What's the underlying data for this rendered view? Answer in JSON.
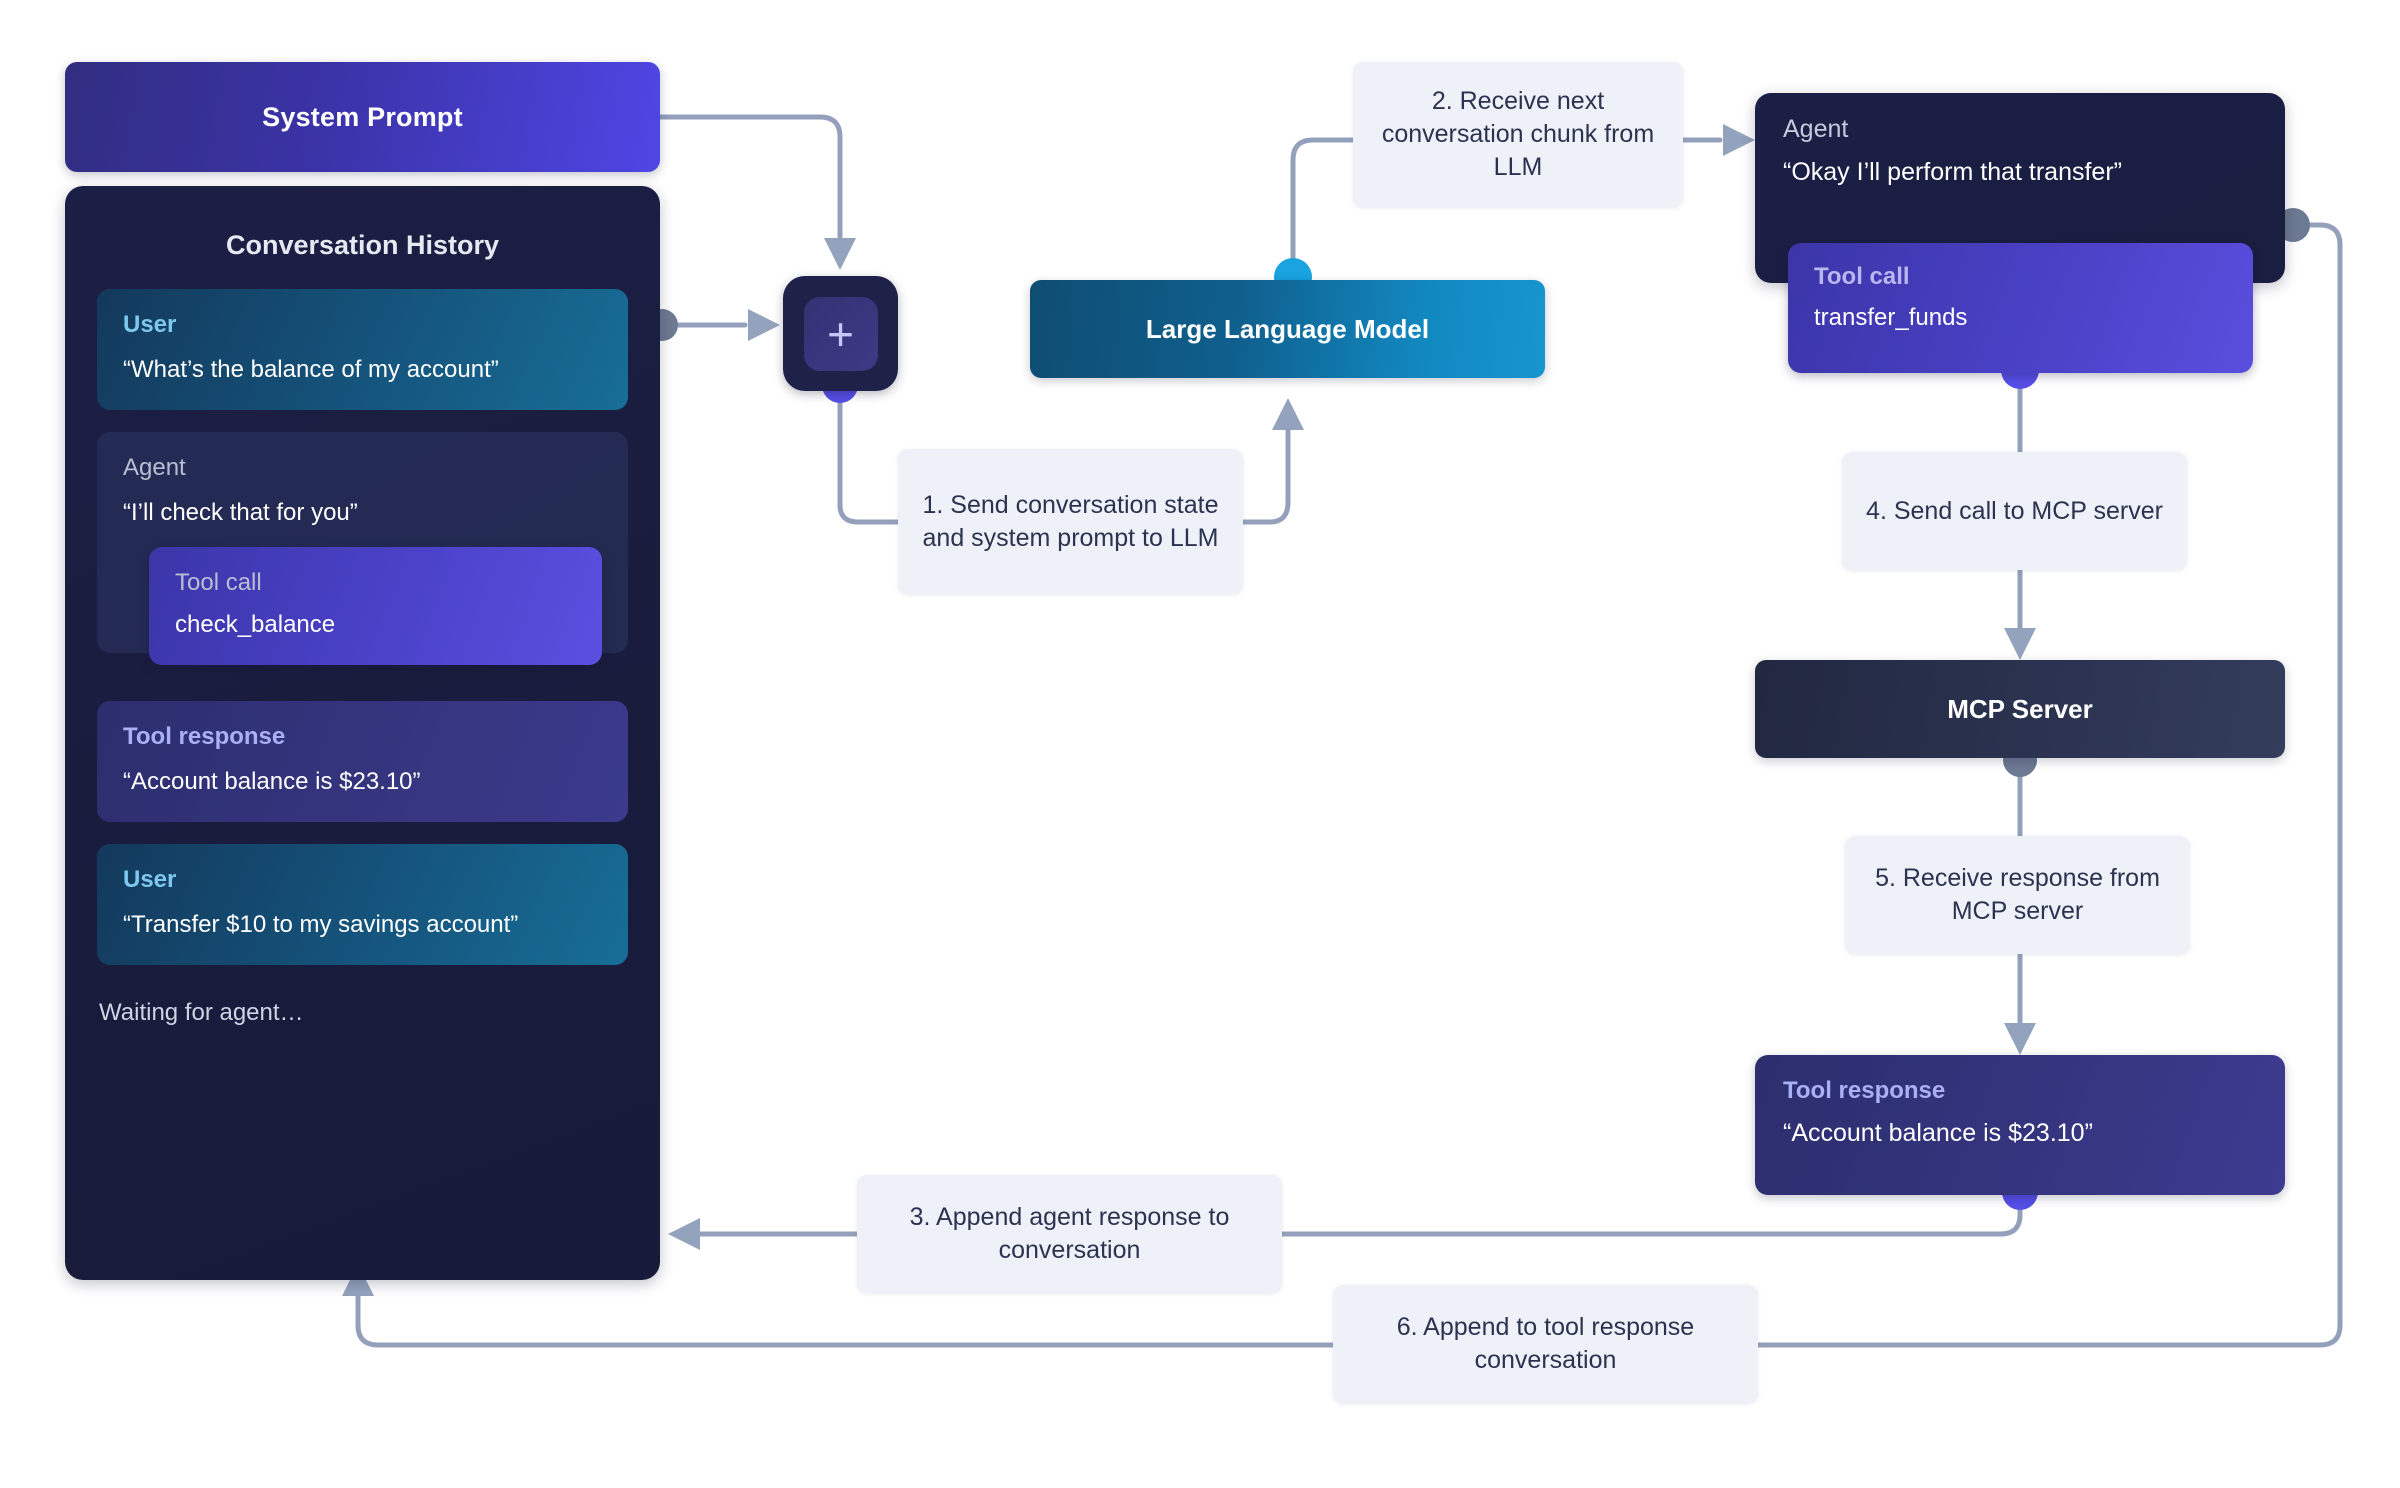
{
  "diagram": {
    "title_nodes": {
      "system_prompt": "System Prompt",
      "conversation_history": "Conversation History",
      "large_language_model": "Large Language Model",
      "mcp_server": "MCP Server"
    },
    "combine_node": {
      "glyph": "+",
      "name": "combine-plus-node"
    },
    "conversation_messages": [
      {
        "role": "User",
        "text": "“What’s the balance of my account”"
      },
      {
        "role": "Agent",
        "text": "“I’ll check that for you”",
        "tool_call": {
          "label": "Tool call",
          "function": "check_balance"
        }
      },
      {
        "role": "Tool response",
        "text": "“Account balance is $23.10”"
      },
      {
        "role": "User",
        "text": "“Transfer $10 to my savings account”"
      }
    ],
    "waiting_text": "Waiting for agent…",
    "agent_card": {
      "role": "Agent",
      "text": "“Okay I’ll perform that transfer”",
      "tool_call": {
        "label": "Tool call",
        "function": "transfer_funds"
      }
    },
    "mcp_tool_response": {
      "role": "Tool response",
      "text": "“Account balance is $23.10”"
    },
    "steps": [
      {
        "id": 1,
        "text": "1. Send conversation state and system prompt to LLM"
      },
      {
        "id": 2,
        "text": "2. Receive next conversation chunk from LLM"
      },
      {
        "id": 3,
        "text": "3. Append agent response to conversation"
      },
      {
        "id": 4,
        "text": "4. Send call to MCP server"
      },
      {
        "id": 5,
        "text": "5. Receive response from MCP server"
      },
      {
        "id": 6,
        "text": "6. Append to tool response conversation"
      }
    ],
    "colors": {
      "system_prompt_gradient_start": "#312e81",
      "system_prompt_gradient_end": "#4f46e5",
      "conversation_panel": "#1c1f45",
      "user_bubble_start": "#13395b",
      "user_bubble_end": "#176e96",
      "tool_call_start": "#3b35a8",
      "tool_call_end": "#5b4fe0",
      "tool_response": "#35357f",
      "llm_start": "#0f4d72",
      "llm_end": "#1795cf",
      "mcp_server": "#2b3350",
      "step_label_bg": "#eef1f7",
      "step_label_text": "#2b3350",
      "wire": "#94a0bb",
      "dot_purple": "#554ee6",
      "dot_blue": "#19a3e0",
      "dot_grey": "#6d7a93"
    }
  }
}
